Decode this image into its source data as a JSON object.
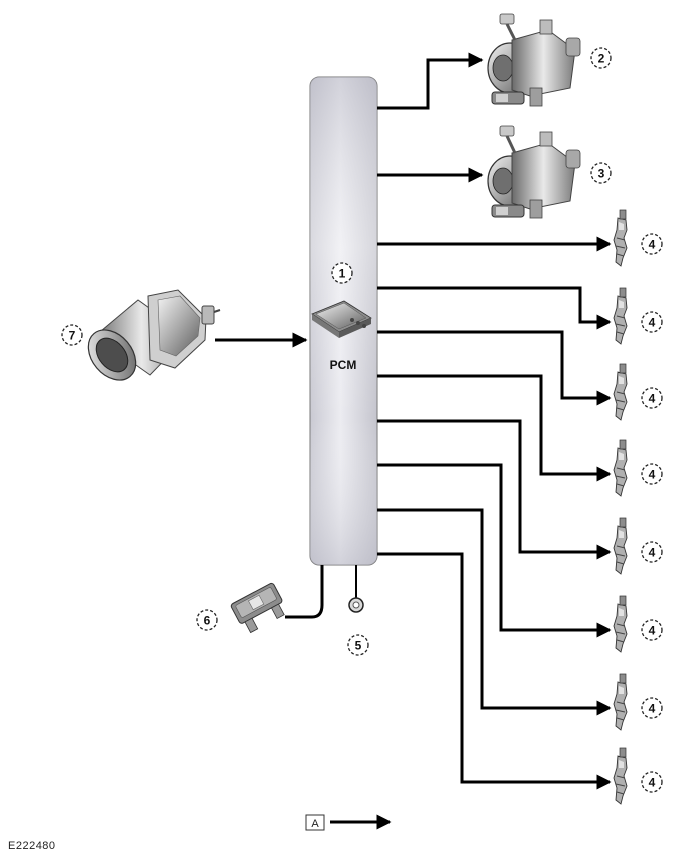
{
  "module": {
    "label": "PCM"
  },
  "callouts": {
    "pcm": "1",
    "fuel_pump_upper": "2",
    "fuel_pump_lower": "3",
    "injector": "4",
    "ground": "5",
    "fuse": "6",
    "sensor": "7"
  },
  "legend": {
    "key": "A"
  },
  "reference": "E222480"
}
